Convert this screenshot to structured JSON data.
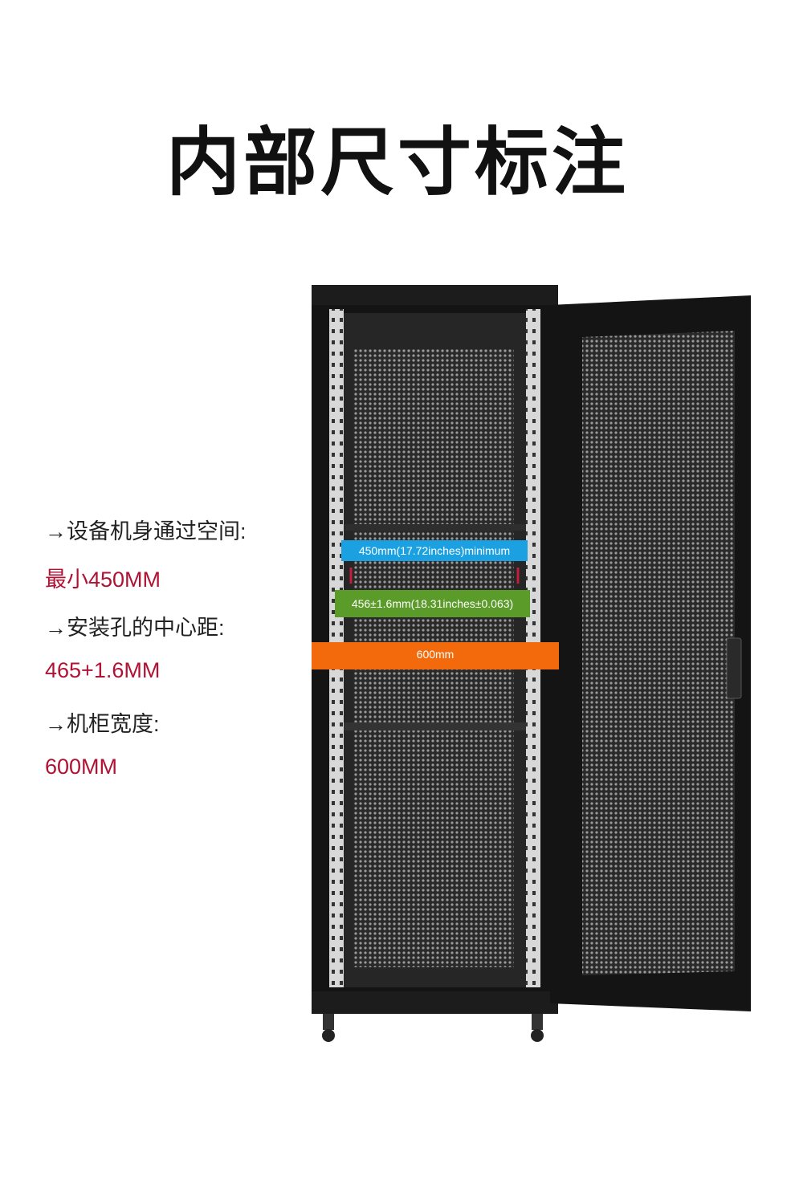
{
  "title": "内部尺寸标注",
  "specs": [
    {
      "label": "→设备机身通过空间:",
      "value": "最小450MM"
    },
    {
      "label": "→安装孔的中心距:",
      "value": "465+1.6MM"
    },
    {
      "label": "→机柜宽度:",
      "value": "600MM"
    }
  ],
  "dimensions": {
    "clearance": "450mm(17.72inches)minimum",
    "hole_spacing": "456±1.6mm(18.31inches±0.063)",
    "width": "600mm"
  },
  "colors": {
    "accent_red": "#b01234",
    "clearance_bar": "#1ba1e2",
    "hole_spacing_bar": "#5b9b2a",
    "width_bar": "#f26a0c"
  }
}
